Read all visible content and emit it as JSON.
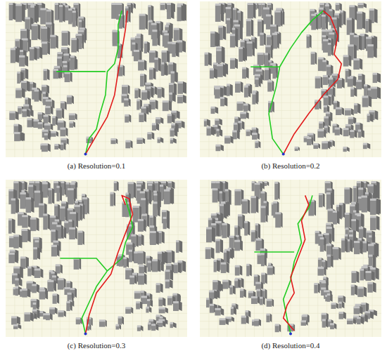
{
  "diagram": {
    "labels": [
      "(a) Resolution=0.1",
      "(b) Resolution=0.2",
      "(c) Resolution=0.3",
      "(d) Resolution=0.4"
    ]
  }
}
